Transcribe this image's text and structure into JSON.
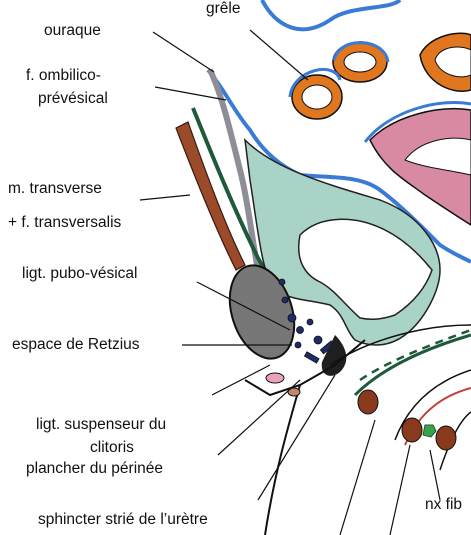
{
  "labels": {
    "grele": "grêle",
    "ouraque": "ouraque",
    "ombilico_1": "f. ombilico-",
    "ombilico_2": "prévésical",
    "transverse": "m. transverse",
    "transversalis": "+ f. transversalis",
    "pubo_vesical": "ligt. pubo-vésical",
    "retzius": "espace de Retzius",
    "suspenseur_1": "ligt. suspenseur du",
    "suspenseur_2": "clitoris",
    "plancher": "plancher du périnée",
    "sphincter": "sphincter strié de l’urètre",
    "nx_fib": "nx fib"
  },
  "colors": {
    "peritoneum_blue": "#3a7bd5",
    "bladder_green": "#a9d3c7",
    "bowel_orange": "#e0761e",
    "uterus_pink": "#d98aa3",
    "muscle_brown": "#9b4a2a",
    "fascia_green": "#1e5a3a",
    "pubis_gray": "#777777",
    "vein_navy": "#1f2a6b"
  }
}
